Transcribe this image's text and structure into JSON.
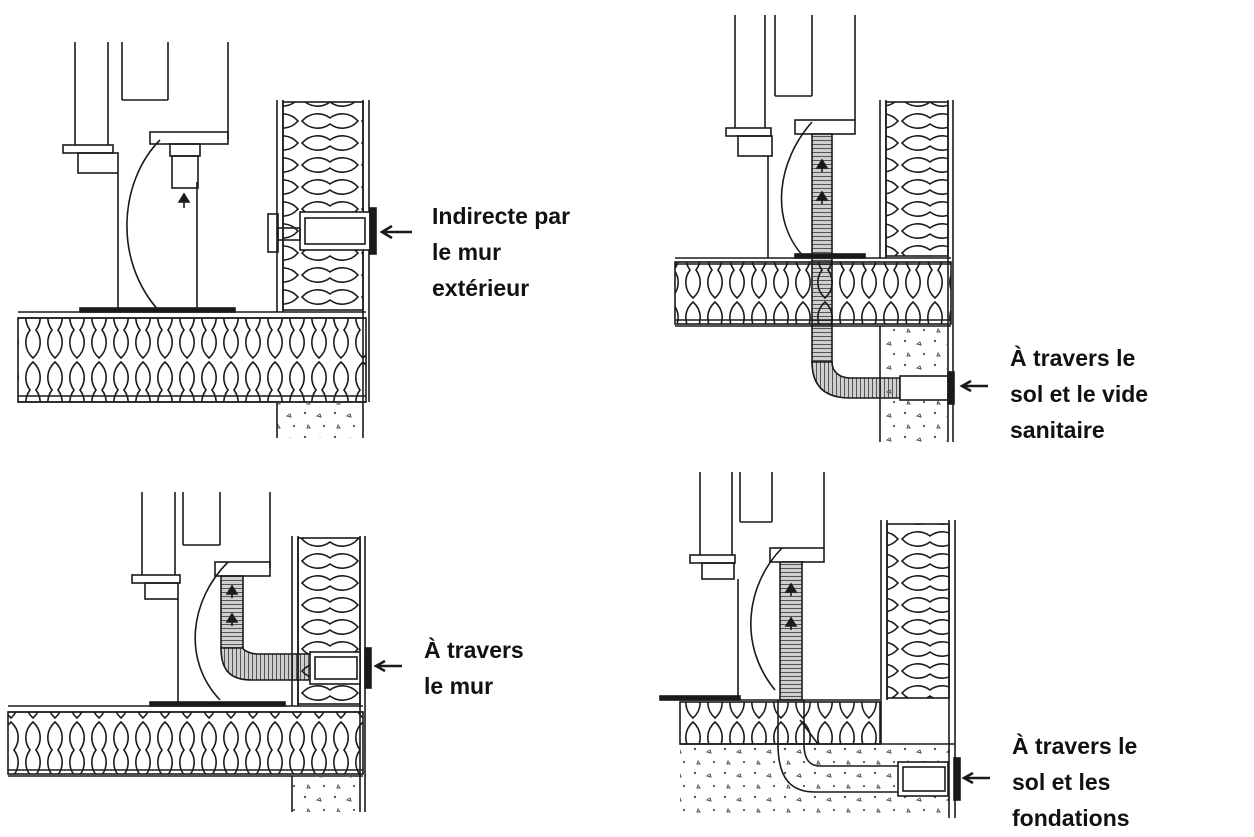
{
  "captions": {
    "indirect_wall": [
      "Indirecte par",
      "le mur",
      "extérieur"
    ],
    "floor_crawlspace": [
      "À travers le",
      "sol et le vide",
      "sanitaire"
    ],
    "through_wall": [
      "À travers",
      "le mur"
    ],
    "floor_foundation": [
      "À travers le",
      "sol et les",
      "fondations"
    ]
  },
  "colors": {
    "line": "#1a1a1a",
    "background": "#ffffff",
    "duct": "#8a8a8a",
    "concrete_speckle": "#555555"
  },
  "icons": [
    "arrow-icon",
    "airflow-arrow-icon"
  ]
}
